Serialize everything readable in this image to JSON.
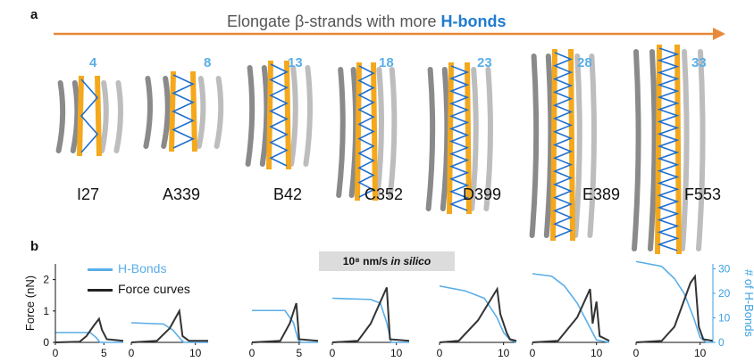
{
  "panel_a": {
    "label": "a",
    "title_prefix": "Elongate β-strands with more ",
    "title_highlight": "H-bonds",
    "arrow_color": "#e8883a",
    "proteins": [
      {
        "name": "I27",
        "hbonds": "4"
      },
      {
        "name": "A339",
        "hbonds": "8"
      },
      {
        "name": "B42",
        "hbonds": "13"
      },
      {
        "name": "C352",
        "hbonds": "18"
      },
      {
        "name": "D399",
        "hbonds": "23"
      },
      {
        "name": "E389",
        "hbonds": "28"
      },
      {
        "name": "F553",
        "hbonds": "33"
      }
    ]
  },
  "panel_b": {
    "label": "b",
    "speed_label": "10⁸ nm/s ",
    "speed_italic": "in silico",
    "legend": [
      {
        "label": "H-Bonds",
        "color": "#5aaee8"
      },
      {
        "label": "Force curves",
        "color": "#222222"
      }
    ],
    "y_left_label": "Force (nN)",
    "y_right_label": "# of H-Bonds",
    "y_left_ticks": [
      "0",
      "1",
      "2"
    ],
    "y_right_ticks": [
      "0",
      "10",
      "20",
      "30"
    ],
    "x_ticks": [
      [
        "0",
        "5"
      ],
      [
        "0",
        "10"
      ],
      [
        "0",
        "5"
      ],
      [
        "0",
        "10"
      ],
      [
        "0",
        "10"
      ],
      [
        "0",
        "10"
      ],
      [
        "0",
        "10"
      ]
    ]
  },
  "chart_data": {
    "type": "line",
    "ylabel_left": "Force (nN)",
    "ylabel_right": "# of H-Bonds",
    "ylim_left": [
      0,
      2.5
    ],
    "ylim_right": [
      0,
      32
    ],
    "subplots": [
      {
        "name": "I27",
        "xlim": [
          0,
          7
        ],
        "force": [
          [
            0,
            0
          ],
          [
            2.5,
            0.02
          ],
          [
            3.2,
            0.2
          ],
          [
            4.0,
            0.55
          ],
          [
            4.5,
            0.75
          ],
          [
            4.8,
            0.4
          ],
          [
            5.3,
            0.1
          ],
          [
            7,
            0.05
          ]
        ],
        "hbonds": [
          [
            0,
            4
          ],
          [
            3,
            4
          ],
          [
            3.6,
            4
          ],
          [
            4.2,
            2
          ],
          [
            4.6,
            0
          ],
          [
            7,
            0
          ]
        ]
      },
      {
        "name": "A339",
        "xlim": [
          0,
          12
        ],
        "force": [
          [
            0,
            0
          ],
          [
            4,
            0.05
          ],
          [
            6,
            0.45
          ],
          [
            7.5,
            1.0
          ],
          [
            8,
            0.2
          ],
          [
            9,
            0.05
          ],
          [
            12,
            0.05
          ]
        ],
        "hbonds": [
          [
            0,
            8
          ],
          [
            5,
            7.5
          ],
          [
            6.5,
            5
          ],
          [
            7.8,
            1
          ],
          [
            8.2,
            0
          ],
          [
            12,
            0
          ]
        ]
      },
      {
        "name": "B42",
        "xlim": [
          0,
          7
        ],
        "force": [
          [
            0,
            0
          ],
          [
            3,
            0.05
          ],
          [
            4,
            0.6
          ],
          [
            4.7,
            1.25
          ],
          [
            5,
            0.1
          ],
          [
            7,
            0.05
          ]
        ],
        "hbonds": [
          [
            0,
            13
          ],
          [
            3.5,
            13
          ],
          [
            4.4,
            8
          ],
          [
            4.9,
            1
          ],
          [
            5.2,
            0
          ],
          [
            7,
            0
          ]
        ]
      },
      {
        "name": "C352",
        "xlim": [
          0,
          12
        ],
        "force": [
          [
            0,
            0
          ],
          [
            4,
            0.05
          ],
          [
            6,
            0.6
          ],
          [
            8.5,
            1.75
          ],
          [
            9,
            0.1
          ],
          [
            12,
            0.05
          ]
        ],
        "hbonds": [
          [
            0,
            18
          ],
          [
            6,
            17.5
          ],
          [
            7.5,
            16
          ],
          [
            8.5,
            8
          ],
          [
            9.2,
            0
          ],
          [
            12,
            0
          ]
        ]
      },
      {
        "name": "D399",
        "xlim": [
          0,
          12
        ],
        "force": [
          [
            0,
            0
          ],
          [
            3,
            0.05
          ],
          [
            6,
            0.7
          ],
          [
            9,
            1.7
          ],
          [
            9.5,
            0.9
          ],
          [
            10.5,
            0.3
          ],
          [
            11,
            0.1
          ],
          [
            12,
            0.05
          ]
        ],
        "hbonds": [
          [
            0,
            23
          ],
          [
            4,
            21
          ],
          [
            7,
            18
          ],
          [
            9,
            10
          ],
          [
            10,
            4
          ],
          [
            11,
            1
          ],
          [
            12,
            0
          ]
        ]
      },
      {
        "name": "E389",
        "xlim": [
          0,
          12
        ],
        "force": [
          [
            0,
            0
          ],
          [
            4,
            0.05
          ],
          [
            7,
            0.8
          ],
          [
            9,
            1.7
          ],
          [
            9.4,
            0.6
          ],
          [
            10,
            1.3
          ],
          [
            10.5,
            0.2
          ],
          [
            12,
            0.05
          ]
        ],
        "hbonds": [
          [
            0,
            28
          ],
          [
            3,
            27
          ],
          [
            5,
            23
          ],
          [
            7,
            16
          ],
          [
            9,
            6
          ],
          [
            10,
            1
          ],
          [
            12,
            0
          ]
        ]
      },
      {
        "name": "F553",
        "xlim": [
          0,
          12
        ],
        "force": [
          [
            0,
            0
          ],
          [
            4,
            0.05
          ],
          [
            6,
            0.5
          ],
          [
            8.5,
            1.9
          ],
          [
            9.2,
            2.1
          ],
          [
            9.8,
            0.5
          ],
          [
            10.5,
            0.1
          ],
          [
            12,
            0.05
          ]
        ],
        "hbonds": [
          [
            0,
            33
          ],
          [
            4,
            31
          ],
          [
            6,
            26
          ],
          [
            7.5,
            20
          ],
          [
            9,
            10
          ],
          [
            10,
            2
          ],
          [
            11,
            0
          ],
          [
            12,
            0
          ]
        ]
      }
    ]
  }
}
